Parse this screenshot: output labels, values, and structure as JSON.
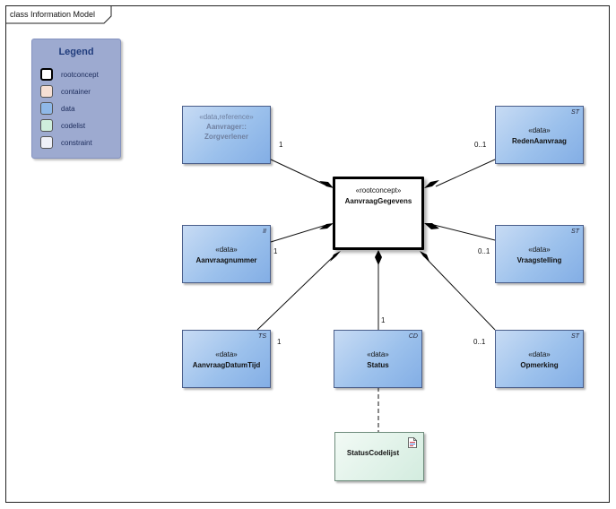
{
  "frame": {
    "title": "class Information Model"
  },
  "legend": {
    "title": "Legend",
    "items": [
      {
        "label": "rootconcept",
        "color": "#ffffff"
      },
      {
        "label": "container",
        "color": "#f5dfd4"
      },
      {
        "label": "data",
        "color": "#8fb8e8"
      },
      {
        "label": "codelist",
        "color": "#cfeedd"
      },
      {
        "label": "constraint",
        "color": "#eef0f8"
      }
    ]
  },
  "root": {
    "stereotype": "«rootconcept»",
    "name": "AanvraagGegevens"
  },
  "nodes": {
    "zorgverlener": {
      "stereotype": "«data,reference»",
      "name_line1": "Aanvrager::",
      "name_line2": "Zorgverlener",
      "tag": "",
      "mult": "1"
    },
    "redenaanvraag": {
      "stereotype": "«data»",
      "name": "RedenAanvraag",
      "tag": "ST",
      "mult": "0..1"
    },
    "aanvraagnummer": {
      "stereotype": "«data»",
      "name": "Aanvraagnummer",
      "tag": "II",
      "mult": "1"
    },
    "vraagstelling": {
      "stereotype": "«data»",
      "name": "Vraagstelling",
      "tag": "ST",
      "mult": "0..1"
    },
    "datumtijd": {
      "stereotype": "«data»",
      "name": "AanvraagDatumTijd",
      "tag": "TS",
      "mult": "1"
    },
    "status": {
      "stereotype": "«data»",
      "name": "Status",
      "tag": "CD",
      "mult": "1"
    },
    "opmerking": {
      "stereotype": "«data»",
      "name": "Opmerking",
      "tag": "ST",
      "mult": "0..1"
    }
  },
  "codelist": {
    "name": "StatusCodelijst",
    "icon": "document-icon"
  }
}
